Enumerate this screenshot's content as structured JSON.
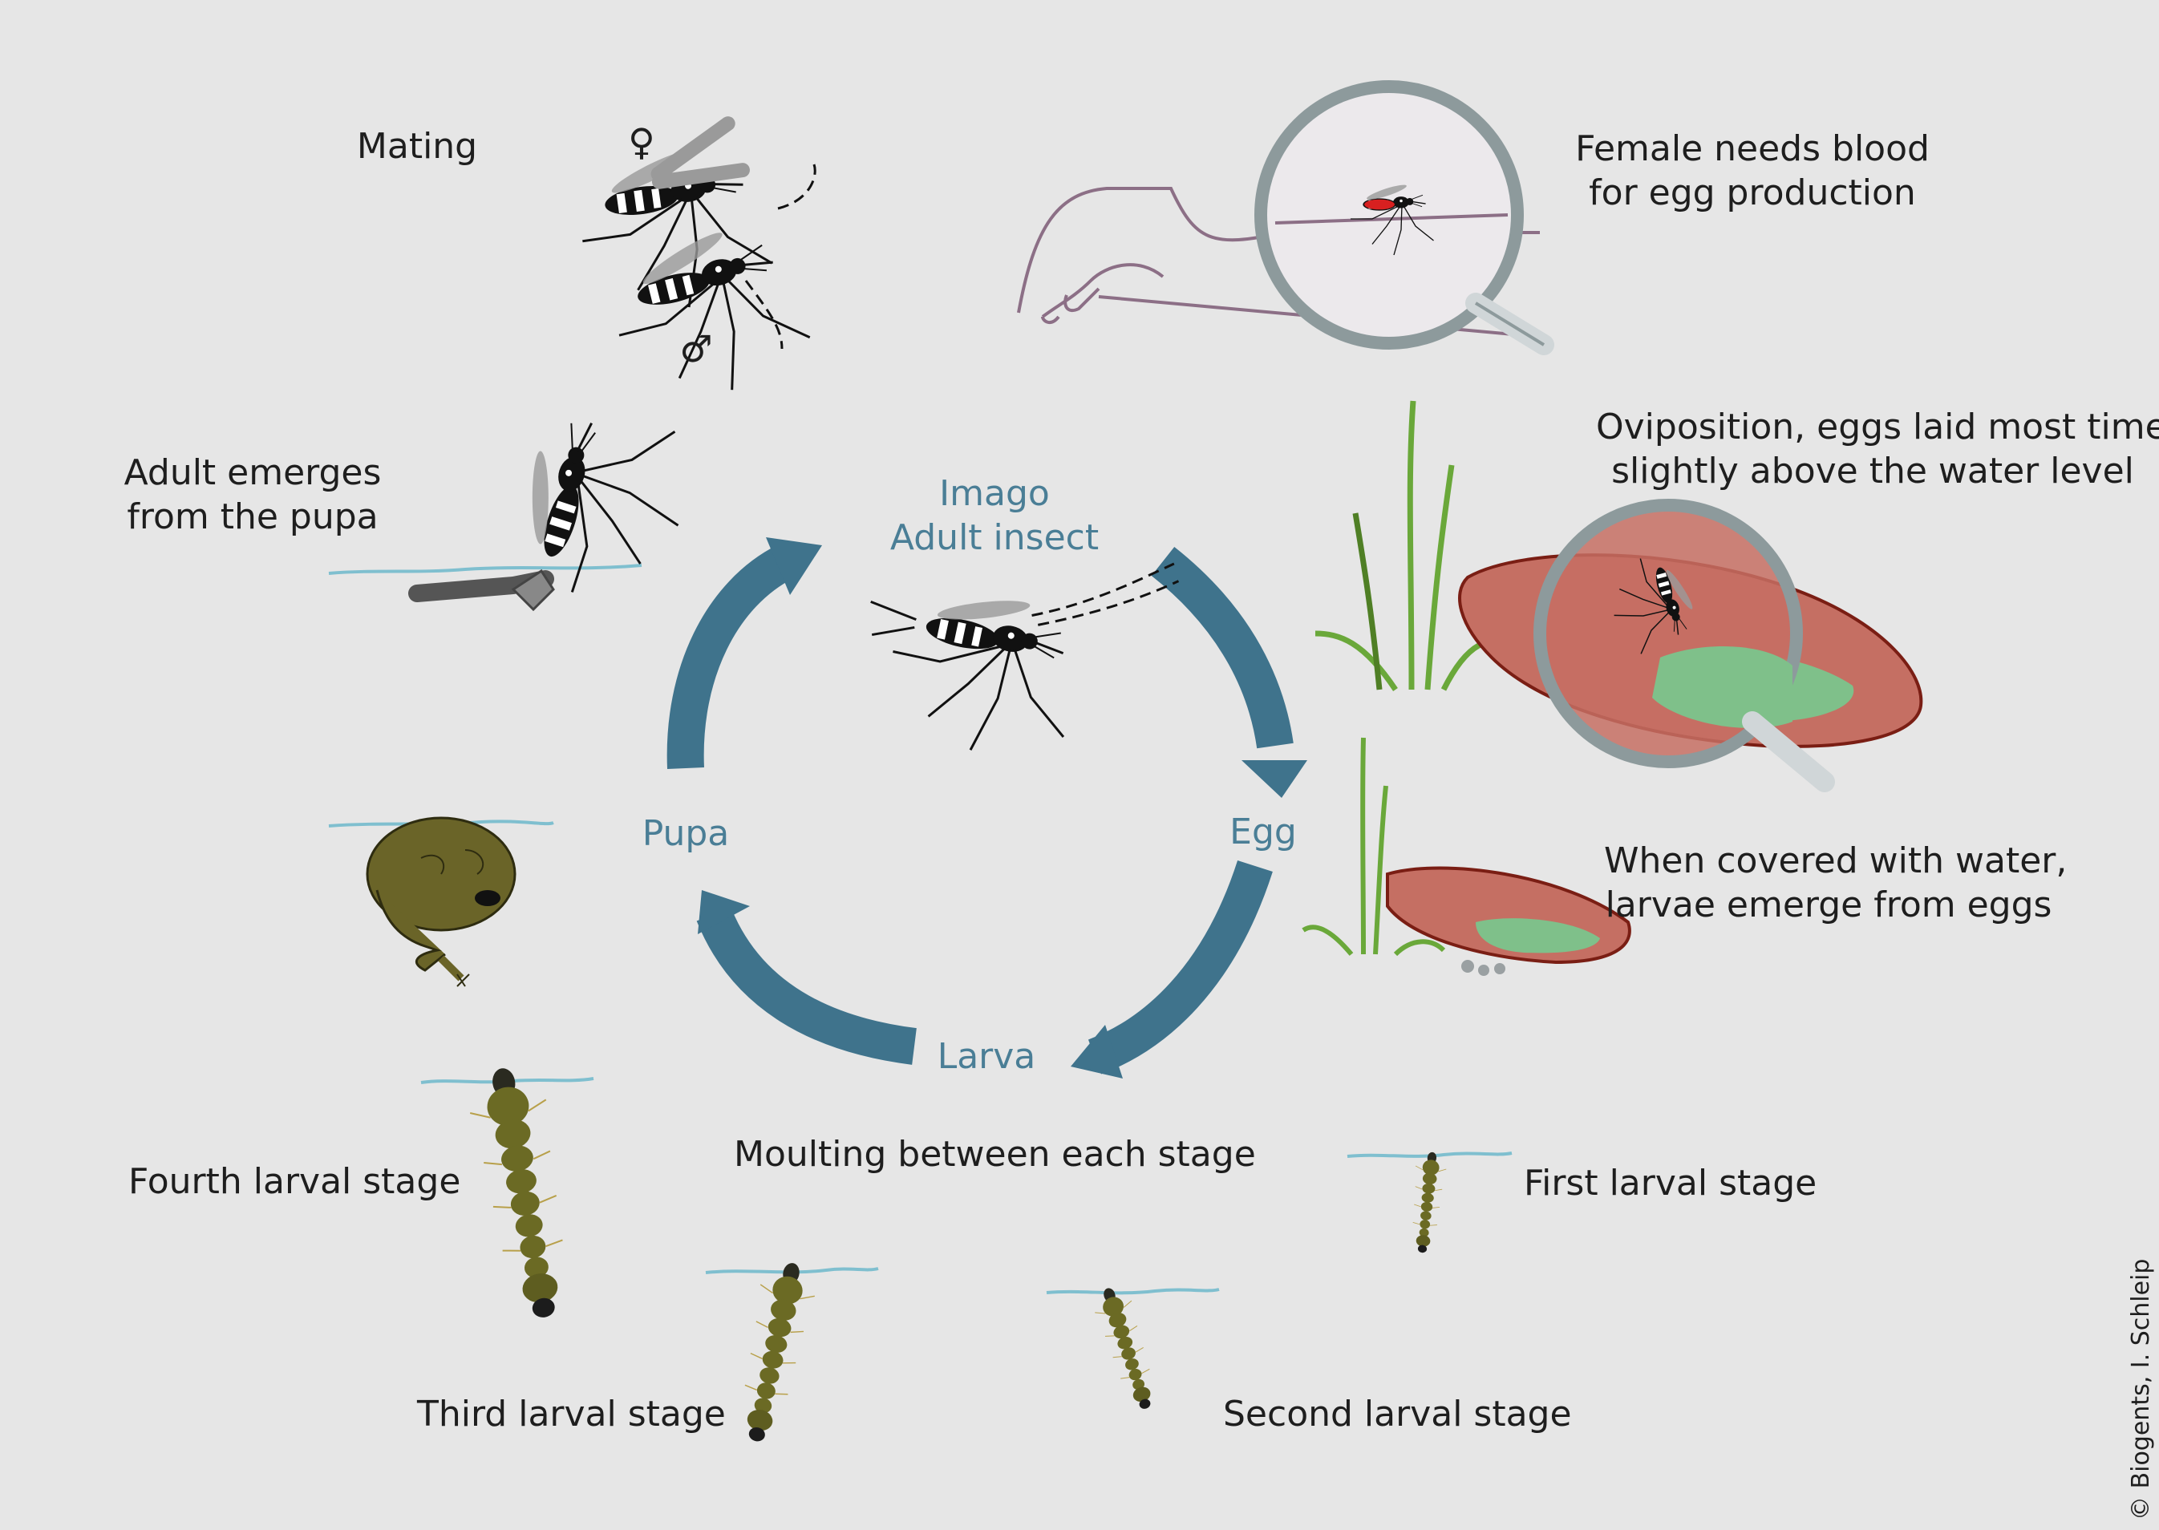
{
  "stages": {
    "imago_line1": "Imago",
    "imago_line2": "Adult insect",
    "egg": "Egg",
    "larva": "Larva",
    "pupa": "Pupa"
  },
  "annotations": {
    "mating": "Mating",
    "female_symbol": "♀",
    "male_symbol": "♂",
    "blood_line1": "Female needs blood",
    "blood_line2": "for egg production",
    "oviposition_line1": "Oviposition, eggs laid most times",
    "oviposition_line2": "slightly above the water level",
    "covered_line1": "When covered with water,",
    "covered_line2": "larvae emerge from eggs",
    "adult_emerges_line1": "Adult emerges",
    "adult_emerges_line2": "from the pupa",
    "moulting": "Moulting between each stage",
    "first_larval": "First larval stage",
    "second_larval": "Second larval stage",
    "third_larval": "Third larval stage",
    "fourth_larval": "Fourth larval stage"
  },
  "credit": "© Biogents, I. Schleip",
  "colors": {
    "background": "#e6e6e6",
    "cycle_arrow": "#3f738c",
    "stage_label": "#4a7e96",
    "water_line": "#7fbfcf",
    "larva": "#6b6a24",
    "pupa": "#6a6428",
    "dish": "#c56f63",
    "dish_water": "#7fc08a",
    "grass": "#6aa83a",
    "hand": "#8c6f86",
    "blood": "#d82020"
  }
}
